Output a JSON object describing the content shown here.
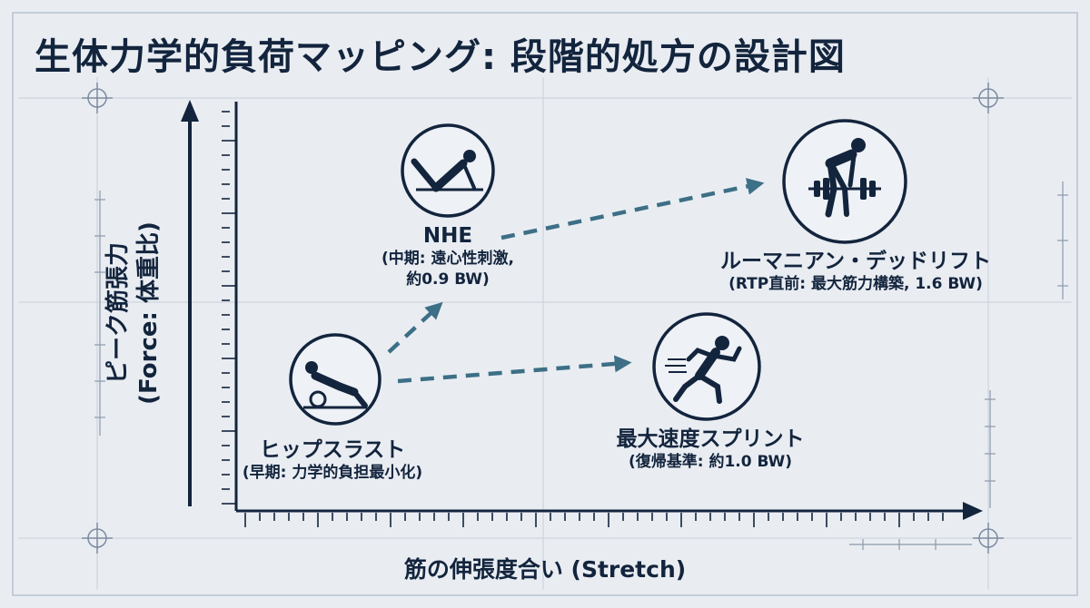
{
  "title": "生体力学的負荷マッピング: 段階的処方の設計図",
  "axes": {
    "y_label_line1": "ピーク筋張力",
    "y_label_line2": "(Force: 体重比)",
    "x_label": "筋の伸張度合い (Stretch)"
  },
  "nodes": {
    "hip_thrust": {
      "name": "ヒップスラスト",
      "note": "(早期: 力学的負担最小化)",
      "icon": "hip-thrust-figure-icon"
    },
    "nhe": {
      "name": "NHE",
      "note_line1": "(中期: 遠心性刺激,",
      "note_line2": "約0.9 BW)",
      "icon": "nordic-curl-figure-icon"
    },
    "sprint": {
      "name": "最大速度スプリント",
      "note": "(復帰基準: 約1.0 BW)",
      "icon": "sprinter-figure-icon"
    },
    "rdl": {
      "name": "ルーマニアン・デッドリフト",
      "note": "(RTP直前: 最大筋力構築, 1.6 BW)",
      "icon": "deadlift-figure-icon"
    }
  },
  "colors": {
    "background": "#e9edf2",
    "ink": "#13243d",
    "grid": "#c4ccd8",
    "arrow": "#3d6f86"
  }
}
